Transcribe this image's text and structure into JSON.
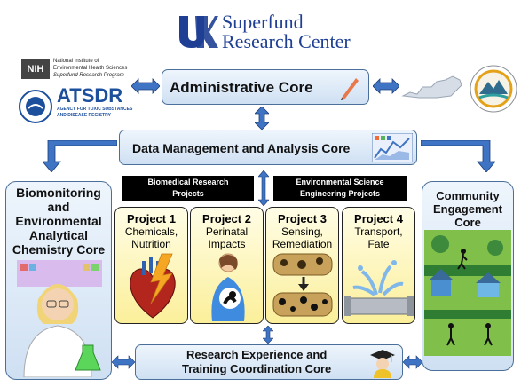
{
  "header": {
    "line1": "Superfund",
    "line2": "Research Center",
    "logo_mark": "UK"
  },
  "logos": {
    "nih_abbr": "NIH",
    "nih_line1": "National Institute of",
    "nih_line2": "Environmental Health Sciences",
    "nih_line3": "Superfund Research Program",
    "atsdr_abbr": "ATSDR",
    "atsdr_line1": "AGENCY FOR TOXIC SUBSTANCES",
    "atsdr_line2": "AND DISEASE REGISTRY"
  },
  "cores": {
    "admin": "Administrative Core",
    "data": "Data Management and Analysis Core",
    "bio_line1": "Biomonitoring",
    "bio_line2": "and",
    "bio_line3": "Environmental",
    "bio_line4": "Analytical",
    "bio_line5": "Chemistry Core",
    "community_line1": "Community",
    "community_line2": "Engagement",
    "community_line3": "Core",
    "training_line1": "Research Experience and",
    "training_line2": "Training Coordination Core"
  },
  "tags": {
    "biomed_line1": "Biomedical Research",
    "biomed_line2": "Projects",
    "env_line1": "Environmental Science",
    "env_line2": "Engineering Projects"
  },
  "projects": [
    {
      "title": "Project 1",
      "line1": "Chemicals,",
      "line2": "Nutrition"
    },
    {
      "title": "Project 2",
      "line1": "Perinatal",
      "line2": "Impacts"
    },
    {
      "title": "Project 3",
      "line1": "Sensing,",
      "line2": "Remediation"
    },
    {
      "title": "Project 4",
      "line1": "Transport,",
      "line2": "Fate"
    }
  ],
  "colors": {
    "box_border": "#4a6f9a",
    "arrow_blue": "#3f74c4",
    "project_fill": "#fbef9a",
    "uk_blue": "#1f3f94"
  },
  "icons": [
    "uk-logo-icon",
    "nih-logo-icon",
    "epa-logo-icon",
    "atsdr-logo-icon",
    "kentucky-map-icon",
    "mountain-logo-icon",
    "pencil-icon",
    "chart-icon",
    "scientist-icon",
    "heart-icon",
    "pregnant-woman-icon",
    "pipe-icon",
    "splash-pipe-icon",
    "graduate-icon",
    "community-scene-icon"
  ]
}
